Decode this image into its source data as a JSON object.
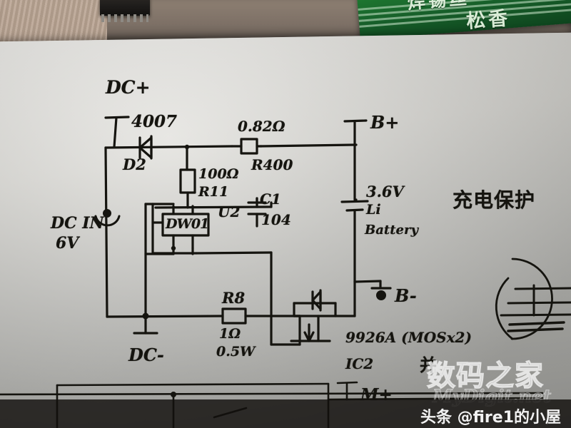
{
  "scene": {
    "description": "Photo of a hand-drawn battery charge-protection circuit schematic on white paper",
    "surface_objects": {
      "ic_chip": "soic-ic-chip",
      "rosin_box_top_text": "焊锡丝",
      "rosin_box_main_text": "松香"
    }
  },
  "schematic": {
    "title_note": "充电保护",
    "labels": {
      "dc_plus": "DC+",
      "dc_minus": "DC-",
      "dc_in": "DC IN",
      "dc_in_voltage": "6V",
      "b_plus": "B+",
      "b_minus": "B-",
      "m_plus": "M+"
    },
    "components": [
      {
        "id": "D2",
        "value": "4007",
        "ref": "D2",
        "type": "diode"
      },
      {
        "id": "R400",
        "value": "0.82Ω",
        "ref": "R400",
        "type": "resistor"
      },
      {
        "id": "R11",
        "value": "100Ω",
        "ref": "R11",
        "type": "resistor"
      },
      {
        "id": "U2",
        "value": "DW01",
        "ref": "U2",
        "type": "ic"
      },
      {
        "id": "C1",
        "value": "104",
        "ref": "C1",
        "type": "capacitor"
      },
      {
        "id": "R8",
        "value": "1Ω",
        "ref": "R8",
        "type": "resistor",
        "power": "0.5W"
      },
      {
        "id": "IC2",
        "value": "9926A (MOSx2)",
        "ref": "IC2",
        "type": "mosfet-pair"
      },
      {
        "id": "BAT",
        "value": "3.6V",
        "ref": "Li Battery",
        "type": "battery"
      }
    ],
    "battery_text": {
      "voltage": "3.6V",
      "chem": "Li",
      "word": "Battery"
    },
    "r8_text": {
      "value": "1Ω",
      "power": "0.5W"
    },
    "ic2_text": {
      "part": "9926A (MOSx2)",
      "ref": "IC2"
    },
    "mark_cn": "并"
  },
  "watermark": {
    "site_cn": "数码之家",
    "site_en": "MyDigit.net",
    "toutiao": "头条 @fire1的小屋"
  },
  "colors": {
    "ink": "#15140f",
    "paper": "#dcdbd6",
    "rosin_green": "#17602a",
    "desk": "#9d8d80"
  }
}
